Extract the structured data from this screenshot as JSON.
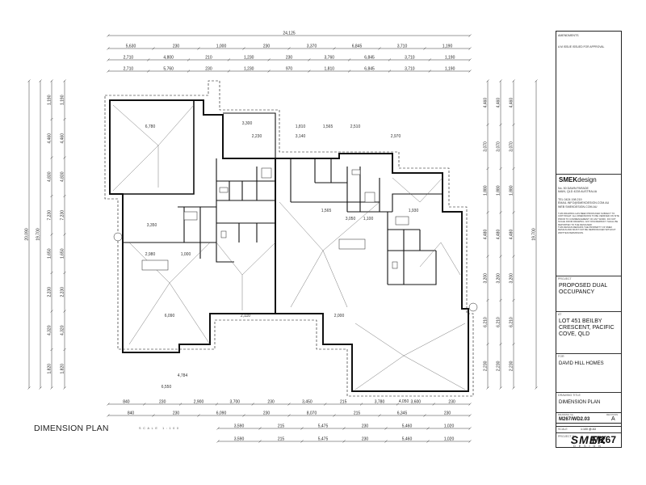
{
  "plan": {
    "title": "DIMENSION PLAN",
    "scale_text": "SCALE 1:100"
  },
  "dimensions": {
    "top_overall": "24,125",
    "top_row1": [
      "5,630",
      "230",
      "1,000",
      "230",
      "3,370",
      "6,845",
      "3,710",
      "1,190"
    ],
    "top_row2": [
      "2,710",
      "4,800",
      "210",
      "1,230",
      "230",
      "3,760",
      "6,845",
      "3,710",
      "1,190"
    ],
    "top_row3": [
      "2,710",
      "5,760",
      "230",
      "1,230",
      "970",
      "1,810",
      "6,845",
      "3,710",
      "1,190"
    ],
    "bottom_row1": [
      "840",
      "230",
      "2,900",
      "3,700",
      "230",
      "3,450",
      "215",
      "3,780",
      "3,600",
      "230"
    ],
    "bottom_row2": [
      "840",
      "230",
      "6,090",
      "230",
      "8,070",
      "215",
      "6,345",
      "230"
    ],
    "bottom_row3": [
      "3,590",
      "215",
      "5,475",
      "230",
      "5,460",
      "1,020"
    ],
    "bottom_row4": [
      "3,590",
      "215",
      "5,475",
      "230",
      "5,460",
      "1,020"
    ],
    "left_overall": "20,090",
    "left_second": "19,700",
    "left_rows": [
      "1,190",
      "4,460",
      "4,830",
      "7,230",
      "1,650",
      "2,230",
      "4,320",
      "1,820"
    ],
    "right_rows": [
      "4,460",
      "3,070",
      "1,880",
      "4,480",
      "3,200",
      "6,210",
      "2,230"
    ],
    "right_overall": "19,700",
    "interior": [
      "6,780",
      "3,300",
      "2,230",
      "1,810",
      "1,565",
      "2,510",
      "2,970",
      "3,350",
      "2,980",
      "1,000",
      "6,090",
      "2,110",
      "4,784",
      "6,550",
      "3,140",
      "1,565",
      "3,050",
      "1,100",
      "1,930",
      "2,000",
      "4,050"
    ]
  },
  "title_block": {
    "revision_header": "AMENDMENTS",
    "revision_rows": "A   M ISSUE   ISSUED FOR APPROVAL",
    "brand_bold": "SMEK",
    "brand_rest": "design",
    "address": "No. 50 DAWN PARADE\nMAIN, QLD 4228 AUSTRALIA",
    "contact": "TEL      0424 198 219\nEMAIL    INFO@SMEKDESIGN.COM.AU\nWEB      SMEKDESIGN.COM.AU",
    "disclaimer": "THIS DRAWING HAS BEEN PRODUCED SUBJECT TO COPYRIGHT. ALL DIMENSIONS TO BE VERIFIED ON SITE PRIOR TO COMMENCEMENT OF ANY WORK. DO NOT SCALE FROM DRAWING. ANY DISCREPANCY SHALL BE REPORTED TO THE DESIGNER.\nTHIS DESIGN REMAINS THE PROPERTY OF SMEK DESIGN AND MUST NOT BE REPRODUCED WITHOUT WRITTEN PERMISSION.",
    "project_label": "PROJECT",
    "project_value": "PROPOSED DUAL OCCUPANCY",
    "at_label": "AT",
    "at_value": "LOT 451 BEILBY CRESCENT, PACIFIC COVE, QLD",
    "for_label": "FOR",
    "for_value": "DAVID HILL HOMES",
    "drawing_title_label": "DRAWING TITLE",
    "drawing_title_value": "DIMENSION PLAN",
    "drawn_label": "DRAWN",
    "drawn_value": "MS",
    "date_label": "DATE",
    "date_value": "MAR 17",
    "scale_label": "SCALE",
    "scale_value": "1:100 @ A3",
    "project_no_label": "PROJECT No.",
    "project_no_value": "M267",
    "drawing_no_label": "DRAWING No.",
    "drawing_no_value": "M267/WD2.03",
    "revision_label": "REVISION",
    "revision_value": "A"
  },
  "logo": {
    "main": "SMEK",
    "sub": "DESIGN"
  }
}
